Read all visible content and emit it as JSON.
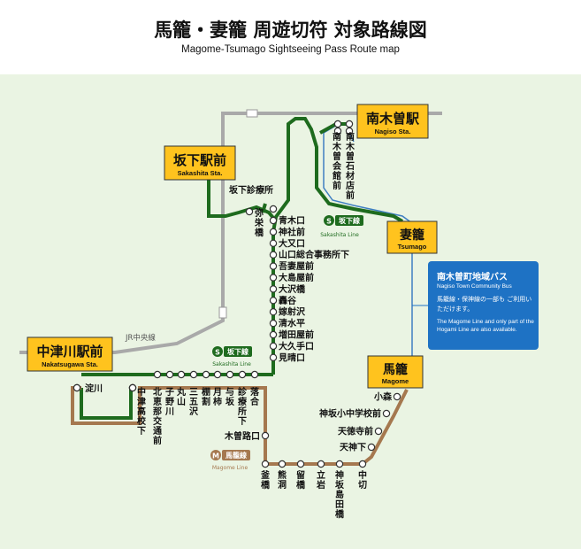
{
  "header": {
    "title": "馬籠・妻籠 周遊切符 対象路線図",
    "subtitle": "Magome-Tsumago Sightseeing Pass Route map"
  },
  "stations": {
    "nakatsugawa": {
      "ja": "中津川駅前",
      "en": "Nakatsugawa Sta."
    },
    "sakashita": {
      "ja": "坂下駅前",
      "en": "Sakashita Sta."
    },
    "nagiso": {
      "ja": "南木曽駅",
      "en": "Nagiso Sta."
    },
    "tsumago": {
      "ja": "妻籠",
      "en": "Tsumago"
    },
    "magome": {
      "ja": "馬籠",
      "en": "Magome"
    }
  },
  "stops": {
    "sakashita_clinic": "坂下診療所",
    "yaei": "弥栄橋",
    "sakashita_line": [
      "青木口",
      "神社前",
      "大又口",
      "山口総合事務所下",
      "吾妻屋前",
      "大島屋前",
      "大沢橋",
      "轟谷",
      "嫁射沢",
      "清水平",
      "増田屋前",
      "大久手口",
      "見晴口"
    ],
    "bottom_west": [
      "淀川",
      "中津高校下",
      "北恵那交通前",
      "子野川",
      "丸山",
      "三五沢",
      "棚割",
      "月柿",
      "与坂",
      "診療所下",
      "落合"
    ],
    "kisoji": "木曽路口",
    "magome_bottom": [
      "釜橋",
      "熊洞",
      "留橋",
      "立岩",
      "神坂島田橋",
      "中切"
    ],
    "magome_right": [
      "天神下",
      "天徳寺前",
      "神坂小中学校前",
      "小森"
    ],
    "nagiso_vert": [
      "南木曽会館前",
      "南木曽石材店前"
    ]
  },
  "line_labels": {
    "sakashita_line_ja": "坂下線",
    "sakashita_line_en": "Sakashita Line",
    "magome_line_ja": "馬籠線",
    "magome_line_en": "Magome Line",
    "jr_line": "JR中央線",
    "s_mark": "S",
    "m_mark": "M"
  },
  "bus_info": {
    "title": "南木曽町地域バス",
    "title_en": "Nagiso Town Community Bus",
    "note_ja": "馬籠線・保神線の一部も ご利用いただけます。",
    "note_en": "The Magome Line and only part of the Hogami Line are also available."
  },
  "colors": {
    "green_line": "#1e6b1e",
    "brown_line": "#a5784f",
    "jr_gray": "#a9a9a9",
    "blue_line": "#3f7fc2",
    "box_yellow": "#ffc31e",
    "map_bg": "#eaf4e3"
  }
}
